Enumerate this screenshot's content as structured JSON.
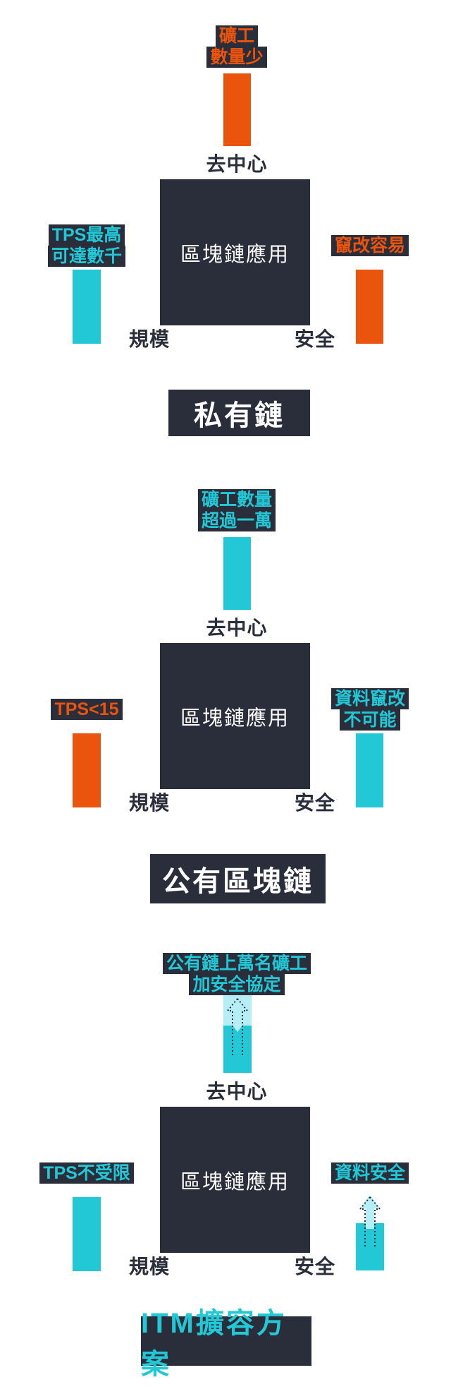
{
  "colors": {
    "orange": "#EA540D",
    "cyan": "#23C8D6",
    "pale_cyan": "#B5EFF5",
    "dark": "#2A2D3A",
    "white": "#FFFFFF"
  },
  "center_label": "區塊鏈應用",
  "axes": {
    "top": "去中心",
    "bottom_left": "規模",
    "bottom_right": "安全"
  },
  "sections": [
    {
      "title": "私有鏈",
      "top": {
        "lines": [
          "礦工",
          "數量少"
        ],
        "color": "orange"
      },
      "left": {
        "lines": [
          "TPS最高",
          "可達數千"
        ],
        "color": "cyan"
      },
      "right": {
        "lines": [
          "竄改容易"
        ],
        "color": "orange"
      }
    },
    {
      "title": "公有區塊鏈",
      "top": {
        "lines": [
          "礦工數量",
          "超過一萬"
        ],
        "color": "cyan"
      },
      "left": {
        "lines": [
          "TPS<15"
        ],
        "color": "orange"
      },
      "right": {
        "lines": [
          "資料竄改",
          "不可能"
        ],
        "color": "cyan"
      }
    },
    {
      "title": "ITM擴容方案",
      "top": {
        "lines": [
          "公有鏈上萬名礦工",
          "加安全協定"
        ],
        "color": "cyan"
      },
      "left": {
        "lines": [
          "TPS不受限"
        ],
        "color": "cyan"
      },
      "right": {
        "lines": [
          "資料安全"
        ],
        "color": "cyan"
      }
    }
  ]
}
